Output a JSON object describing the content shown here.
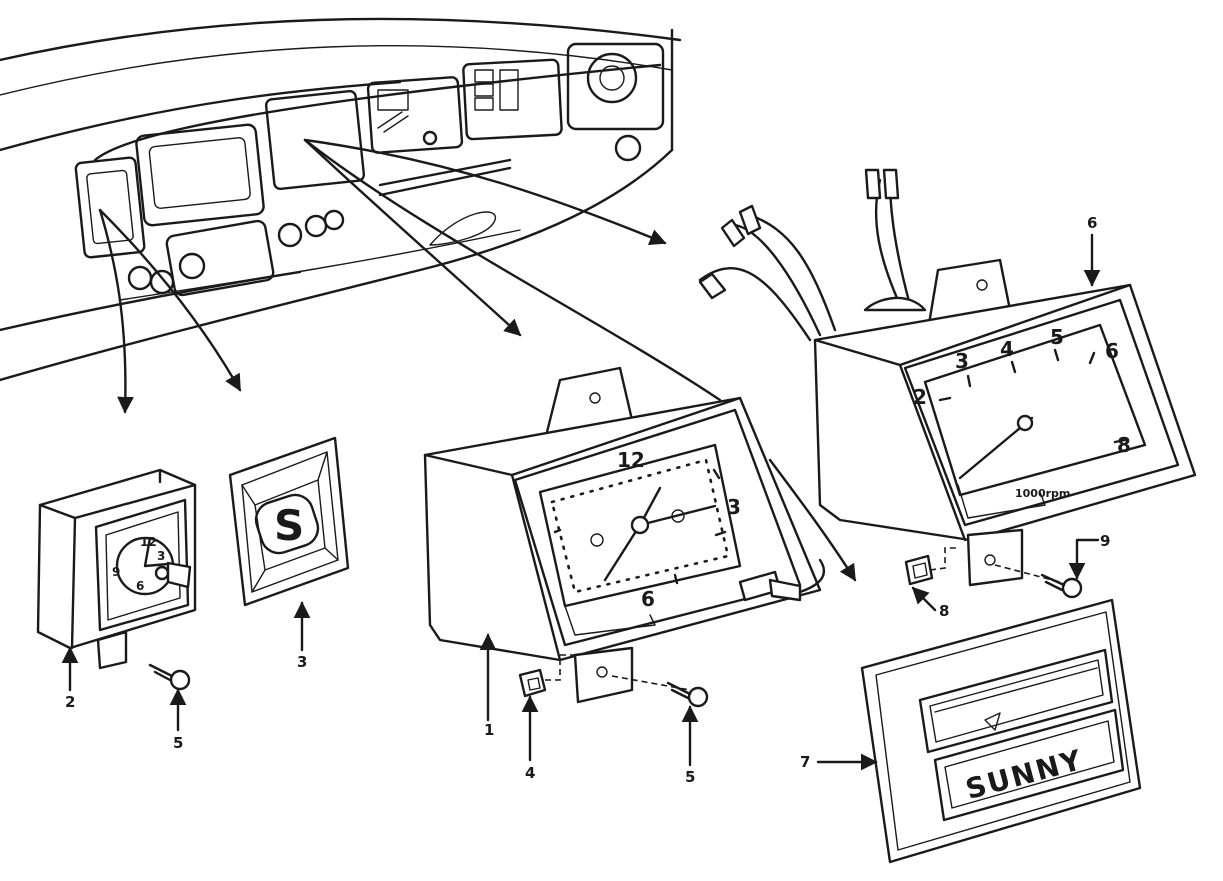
{
  "callouts": [
    "1",
    "2",
    "3",
    "4",
    "5",
    "5",
    "6",
    "7",
    "8",
    "9"
  ],
  "clock_face_numbers": [
    "12",
    "3",
    "6"
  ],
  "small_clock_numbers": [
    "12",
    "9",
    "3",
    "6"
  ],
  "tachometer_numbers": [
    "2",
    "3",
    "4",
    "5",
    "6",
    "8"
  ],
  "tachometer_unit": "1000rpm",
  "badge_text": "SUNNY",
  "emblem_letter": "S"
}
